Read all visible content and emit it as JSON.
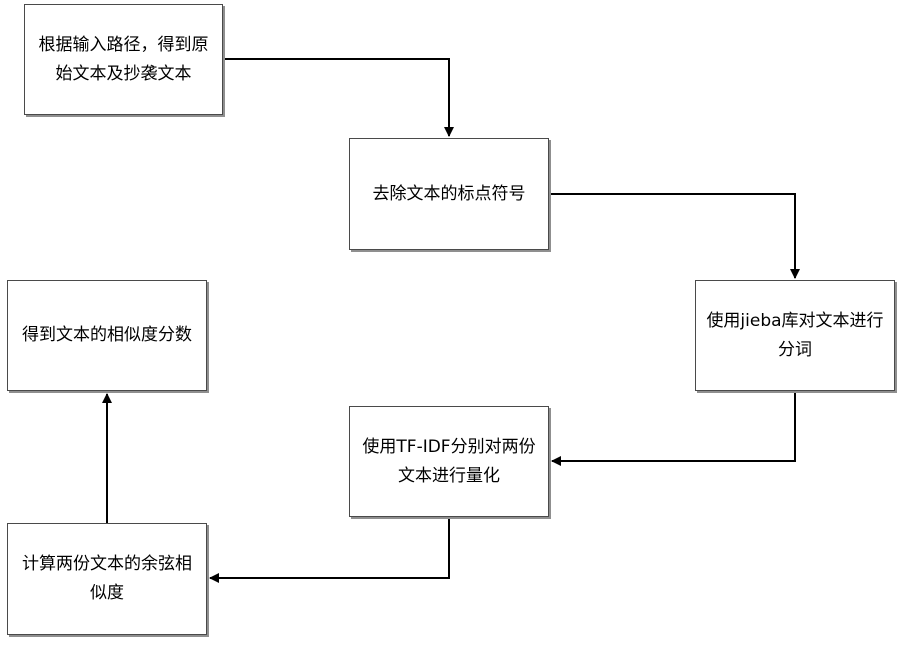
{
  "diagram": {
    "steps": [
      {
        "id": "step1",
        "text": "根据输入路径，得到原始文本及抄袭文本"
      },
      {
        "id": "step2",
        "text": "去除文本的标点符号"
      },
      {
        "id": "step3",
        "text": "使用jieba库对文本进行分词"
      },
      {
        "id": "step4",
        "text": "使用TF-IDF分别对两份文本进行量化"
      },
      {
        "id": "step5",
        "text": "计算两份文本的余弦相似度"
      },
      {
        "id": "step6",
        "text": "得到文本的相似度分数"
      }
    ],
    "edges": [
      {
        "from": "step1",
        "to": "step2"
      },
      {
        "from": "step2",
        "to": "step3"
      },
      {
        "from": "step3",
        "to": "step4"
      },
      {
        "from": "step4",
        "to": "step5"
      },
      {
        "from": "step5",
        "to": "step6"
      }
    ]
  }
}
